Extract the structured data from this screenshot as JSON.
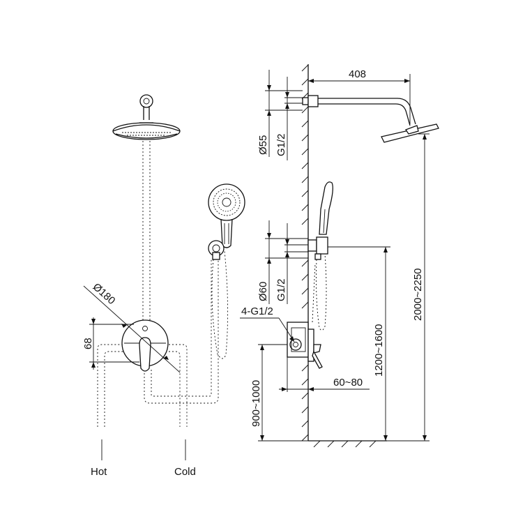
{
  "dimensions": {
    "arm_length": "408",
    "head_flange_dia": "Ø55",
    "head_thread": "G1/2",
    "holder_flange_dia": "Ø60",
    "holder_thread": "G1/2",
    "valve_ports": "4-G1/2",
    "wall_depth": "60~80",
    "valve_height": "900~1000",
    "holder_height": "1200~1600",
    "head_height": "2000~2250",
    "plate_dia": "Ø180",
    "plate_offset": "68"
  },
  "labels": {
    "hot": "Hot",
    "cold": "Cold"
  }
}
